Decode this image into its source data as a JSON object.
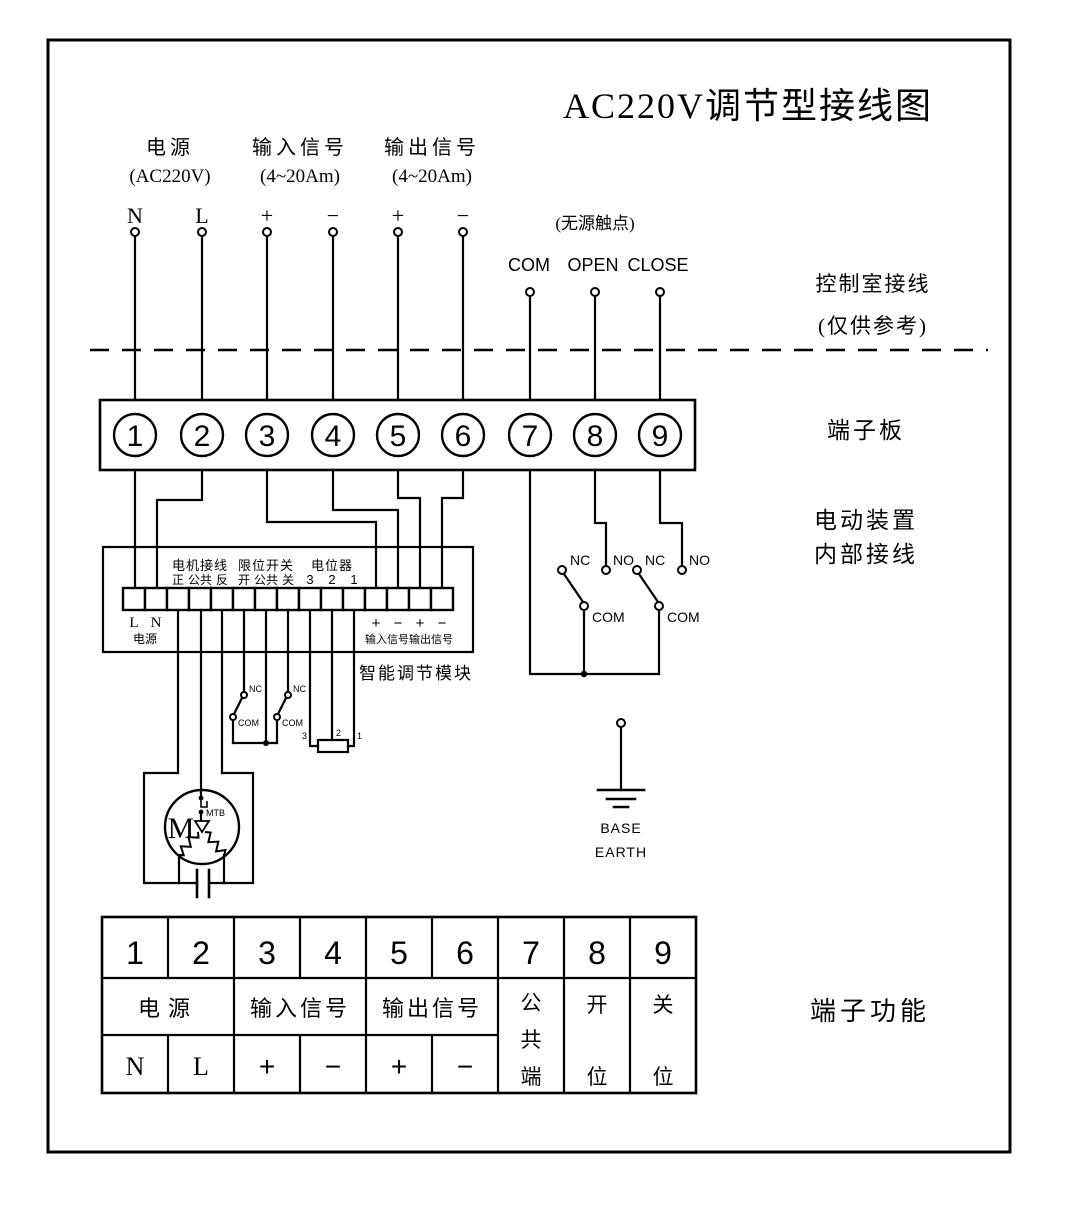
{
  "title": "AC220V调节型接线图",
  "top_groups": [
    {
      "name": "电源",
      "sub": "(AC220V)",
      "pins": [
        "N",
        "L"
      ]
    },
    {
      "name": "输入信号",
      "sub": "(4~20Am)",
      "pins": [
        "+",
        "−"
      ]
    },
    {
      "name": "输出信号",
      "sub": "(4~20Am)",
      "pins": [
        "+",
        "−"
      ]
    }
  ],
  "dry_contact": {
    "label": "(无源触点)",
    "pins": [
      "COM",
      "OPEN",
      "CLOSE"
    ]
  },
  "annotations": {
    "control_room_1": "控制室接线",
    "control_room_2": "(仅供参考)",
    "terminal_board": "端子板",
    "device_wiring_1": "电动装置",
    "device_wiring_2": "内部接线",
    "module_label": "智能调节模块",
    "table_label": "端子功能"
  },
  "terminal_numbers": [
    "1",
    "2",
    "3",
    "4",
    "5",
    "6",
    "7",
    "8",
    "9"
  ],
  "module": {
    "groups": [
      {
        "title": "电机接线",
        "pins": [
          "正",
          "公共",
          "反"
        ]
      },
      {
        "title": "限位开关",
        "pins": [
          "开",
          "公共",
          "关"
        ]
      },
      {
        "title": "电位器",
        "pins": [
          "3",
          "2",
          "1"
        ]
      }
    ],
    "power_pins": [
      "L",
      "N"
    ],
    "power_label": "电源",
    "signal_pins": [
      "+",
      "−",
      "+",
      "−"
    ],
    "signal_labels": [
      "输入信号",
      "输出信号"
    ]
  },
  "relay_switches": {
    "nc": "NC",
    "no": "NO",
    "com": "COM"
  },
  "limit_contacts": {
    "nc": "NC",
    "com": "COM"
  },
  "potentiometer_pins": [
    "3",
    "2",
    "1"
  ],
  "motor": {
    "label": "M",
    "protector": "MTB"
  },
  "earth": {
    "line1": "BASE",
    "line2": "EARTH"
  },
  "function_table": {
    "numbers": [
      "1",
      "2",
      "3",
      "4",
      "5",
      "6",
      "7",
      "8",
      "9"
    ],
    "row2": [
      "电源",
      "输入信号",
      "输出信号"
    ],
    "row3": [
      "N",
      "L",
      "+",
      "−",
      "+",
      "−"
    ],
    "col7": [
      "公",
      "共",
      "端"
    ],
    "col8": [
      "开",
      "位"
    ],
    "col9": [
      "关",
      "位"
    ]
  }
}
